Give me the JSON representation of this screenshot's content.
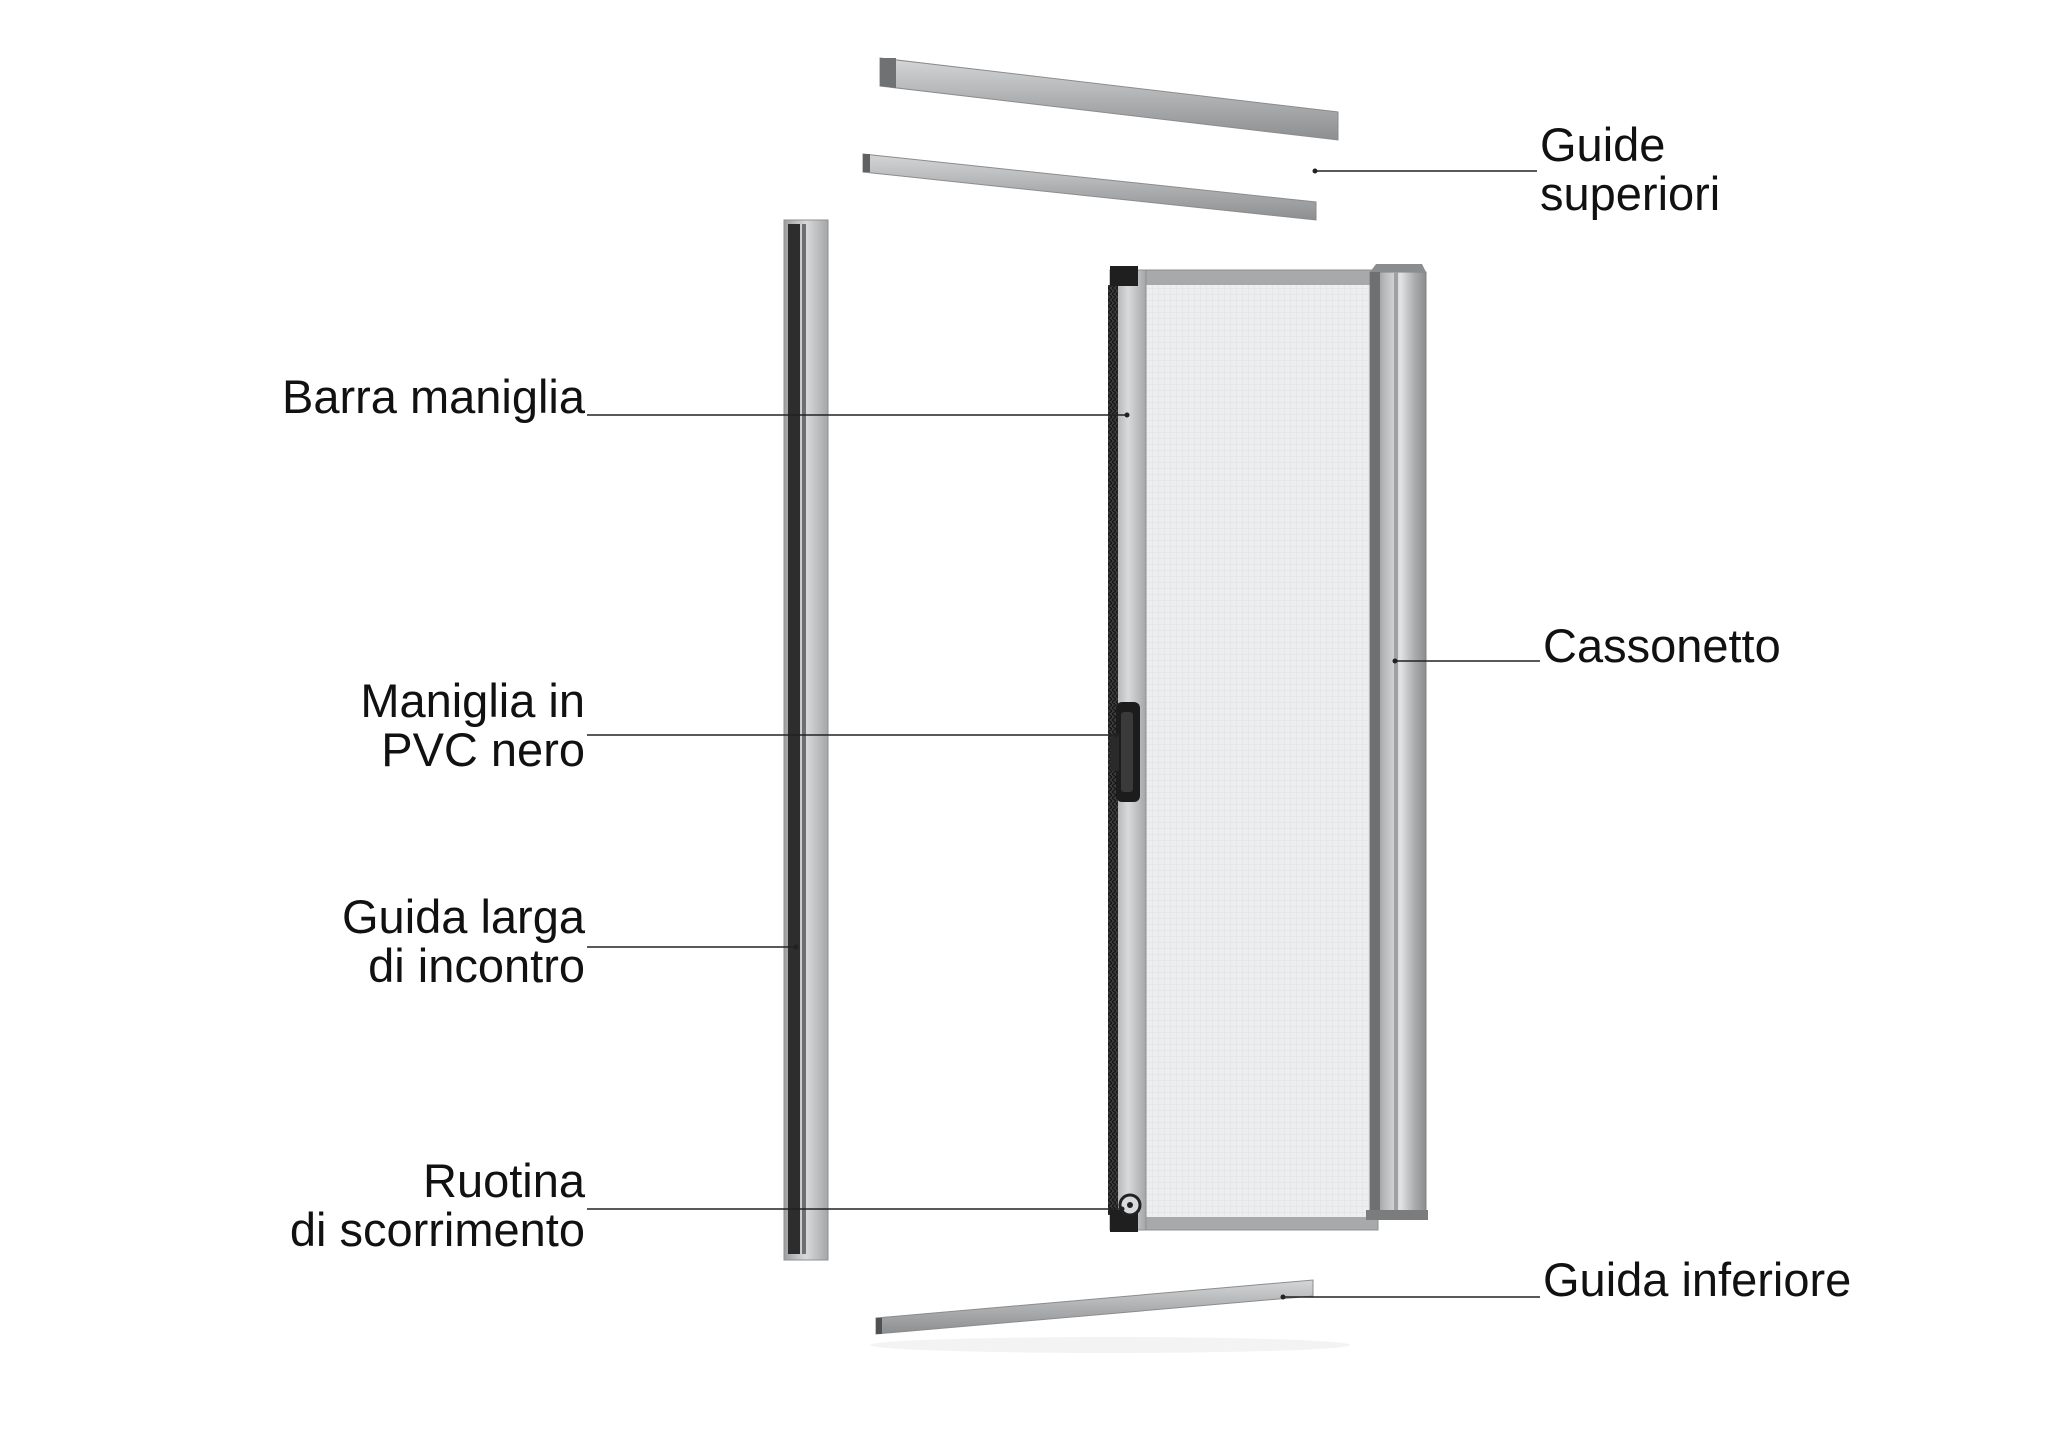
{
  "labels": {
    "barra_maniglia": [
      "Barra maniglia"
    ],
    "maniglia_pvc": [
      "Maniglia in",
      "PVC nero"
    ],
    "guida_larga": [
      "Guida larga",
      "di incontro"
    ],
    "ruotina": [
      "Ruotina",
      "di scorrimento"
    ],
    "guide_superiori": [
      "Guide",
      "superiori"
    ],
    "cassonetto": [
      "Cassonetto"
    ],
    "guida_inferiore": [
      "Guida inferiore"
    ]
  },
  "colors": {
    "background": "#ffffff",
    "aluminium": "#b9bbbd",
    "aluminium_dark": "#8e9092",
    "mesh": "#eef0f1",
    "dark_parts": "#222222",
    "leader_line": "#222222"
  }
}
